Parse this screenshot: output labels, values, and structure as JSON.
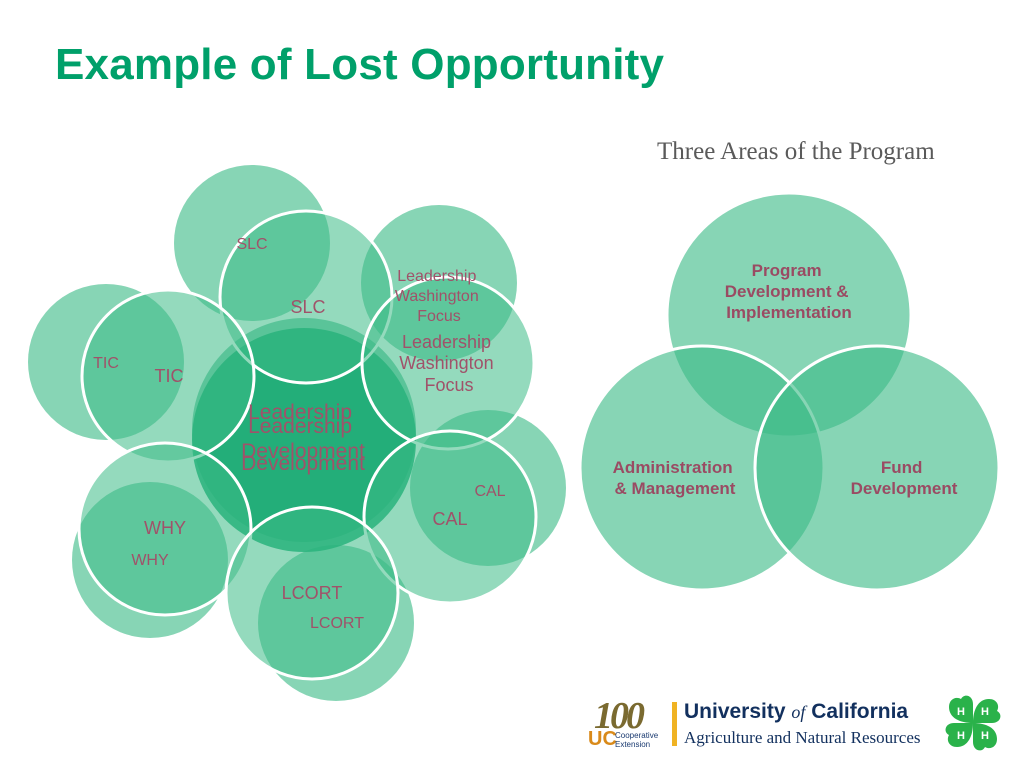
{
  "slide": {
    "title": "Example of Lost Opportunity",
    "subtitle": "Three Areas of the Program"
  },
  "cluster": {
    "center": "Leadership Development",
    "center_lines": [
      "Leadership",
      "Development"
    ],
    "nodes": {
      "slc": "SLC",
      "leadership_washington_focus": [
        "Leadership",
        "Washington",
        "Focus"
      ],
      "tic": "TIC",
      "cal": "CAL",
      "why": "WHY",
      "lcort": "LCORT"
    }
  },
  "venn": {
    "top": [
      "Program",
      "Development &",
      "Implementation"
    ],
    "left": [
      "Administration",
      "& Management"
    ],
    "right": [
      "Fund",
      "Development"
    ]
  },
  "footer": {
    "anniversary_number": "100",
    "uc_abbrev": "UC",
    "uc_unit": [
      "Cooperative",
      "Extension"
    ],
    "university": [
      "University",
      "of",
      "California"
    ],
    "division": "Agriculture and Natural Resources",
    "clover_letters": [
      "H",
      "H",
      "H",
      "H"
    ]
  },
  "colors": {
    "title": "#00a06a",
    "circle_fill": "#3dbb87",
    "circle_fill_dark": "#14a870",
    "label": "#a0526a",
    "brand_navy": "#12305e",
    "brand_gold": "#f0b323",
    "clover_green": "#2ab24a"
  }
}
